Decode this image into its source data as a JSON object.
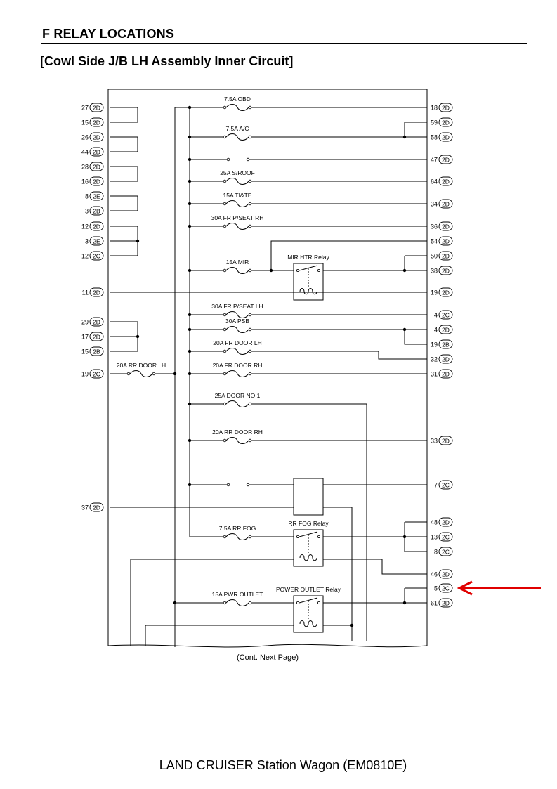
{
  "header": {
    "section_title": "F  RELAY LOCATIONS",
    "subtitle": "[Cowl Side J/B LH Assembly Inner Circuit]"
  },
  "diagram": {
    "left_pins": [
      {
        "num": "27",
        "conn": "2D"
      },
      {
        "num": "15",
        "conn": "2D"
      },
      {
        "num": "26",
        "conn": "2D"
      },
      {
        "num": "44",
        "conn": "2D"
      },
      {
        "num": "28",
        "conn": "2D"
      },
      {
        "num": "16",
        "conn": "2D"
      },
      {
        "num": "8",
        "conn": "2E"
      },
      {
        "num": "3",
        "conn": "2B"
      },
      {
        "num": "12",
        "conn": "2D"
      },
      {
        "num": "3",
        "conn": "2E"
      },
      {
        "num": "12",
        "conn": "2C"
      },
      {
        "num": "11",
        "conn": "2D"
      },
      {
        "num": "29",
        "conn": "2D"
      },
      {
        "num": "17",
        "conn": "2D"
      },
      {
        "num": "15",
        "conn": "2B"
      },
      {
        "num": "19",
        "conn": "2C"
      },
      {
        "num": "37",
        "conn": "2D"
      }
    ],
    "right_pins": [
      {
        "num": "18",
        "conn": "2D"
      },
      {
        "num": "59",
        "conn": "2D"
      },
      {
        "num": "58",
        "conn": "2D"
      },
      {
        "num": "47",
        "conn": "2D"
      },
      {
        "num": "64",
        "conn": "2D"
      },
      {
        "num": "34",
        "conn": "2D"
      },
      {
        "num": "36",
        "conn": "2D"
      },
      {
        "num": "54",
        "conn": "2D"
      },
      {
        "num": "50",
        "conn": "2D"
      },
      {
        "num": "38",
        "conn": "2D"
      },
      {
        "num": "19",
        "conn": "2D"
      },
      {
        "num": "4",
        "conn": "2C"
      },
      {
        "num": "4",
        "conn": "2D"
      },
      {
        "num": "19",
        "conn": "2B"
      },
      {
        "num": "32",
        "conn": "2D"
      },
      {
        "num": "31",
        "conn": "2D"
      },
      {
        "num": "33",
        "conn": "2D"
      },
      {
        "num": "7",
        "conn": "2C"
      },
      {
        "num": "48",
        "conn": "2D"
      },
      {
        "num": "13",
        "conn": "2C"
      },
      {
        "num": "8",
        "conn": "2C"
      },
      {
        "num": "46",
        "conn": "2D"
      },
      {
        "num": "5",
        "conn": "2C"
      },
      {
        "num": "61",
        "conn": "2D"
      }
    ],
    "fuses": [
      "7.5A OBD",
      "7.5A A/C",
      "25A S/ROOF",
      "15A TI&TE",
      "30A FR P/SEAT RH",
      "15A MIR",
      "30A FR P/SEAT LH",
      "30A PSB",
      "20A FR DOOR LH",
      "20A FR DOOR RH",
      "25A  DOOR NO.1",
      "20A RR DOOR RH",
      "7.5A RR FOG",
      "15A PWR OUTLET",
      "20A RR DOOR LH"
    ],
    "relays": [
      "MIR HTR Relay",
      "RR FOG Relay",
      "POWER OUTLET Relay"
    ],
    "highlight_color": "#e00000"
  },
  "footer": {
    "continuation": "(Cont. Next Page)",
    "model": "LAND CRUISER Station Wagon (EM0810E)"
  }
}
